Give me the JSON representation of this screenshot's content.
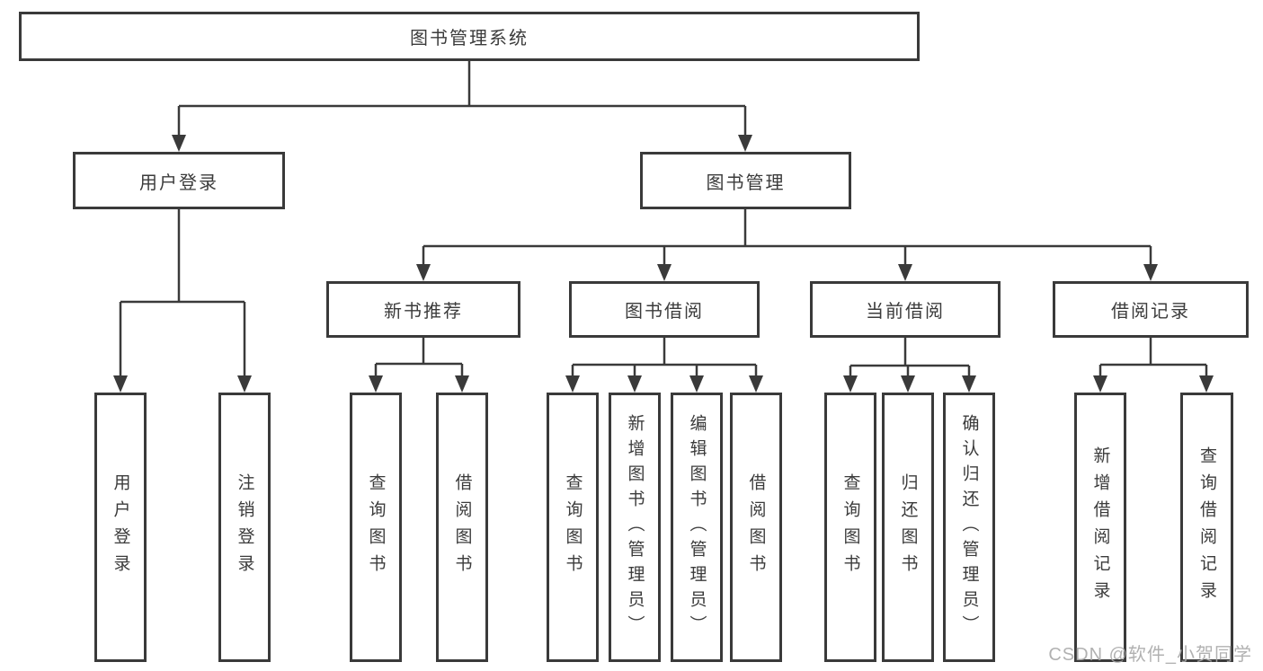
{
  "diagram": {
    "root": {
      "label": "图书管理系统"
    },
    "level2": [
      {
        "label": "用户登录"
      },
      {
        "label": "图书管理"
      }
    ],
    "level3": [
      {
        "label": "新书推荐"
      },
      {
        "label": "图书借阅"
      },
      {
        "label": "当前借阅"
      },
      {
        "label": "借阅记录"
      }
    ],
    "leaves": [
      {
        "label": "用户登录"
      },
      {
        "label": "注销登录"
      },
      {
        "label": "查询图书"
      },
      {
        "label": "借阅图书"
      },
      {
        "label": "查询图书"
      },
      {
        "label": "新增图书（管理员）"
      },
      {
        "label": "编辑图书（管理员）"
      },
      {
        "label": "借阅图书"
      },
      {
        "label": "查询图书"
      },
      {
        "label": "归还图书"
      },
      {
        "label": "确认归还（管理员）"
      },
      {
        "label": "新增借阅记录"
      },
      {
        "label": "查询借阅记录"
      }
    ]
  },
  "watermark": {
    "text": "CSDN @软件_小贺同学"
  },
  "colors": {
    "line": "#3a3a3a",
    "text": "#3b3b3b",
    "box_background": "#ffffff",
    "page_background": "#ffffff",
    "watermark": "#a9a9a9"
  }
}
